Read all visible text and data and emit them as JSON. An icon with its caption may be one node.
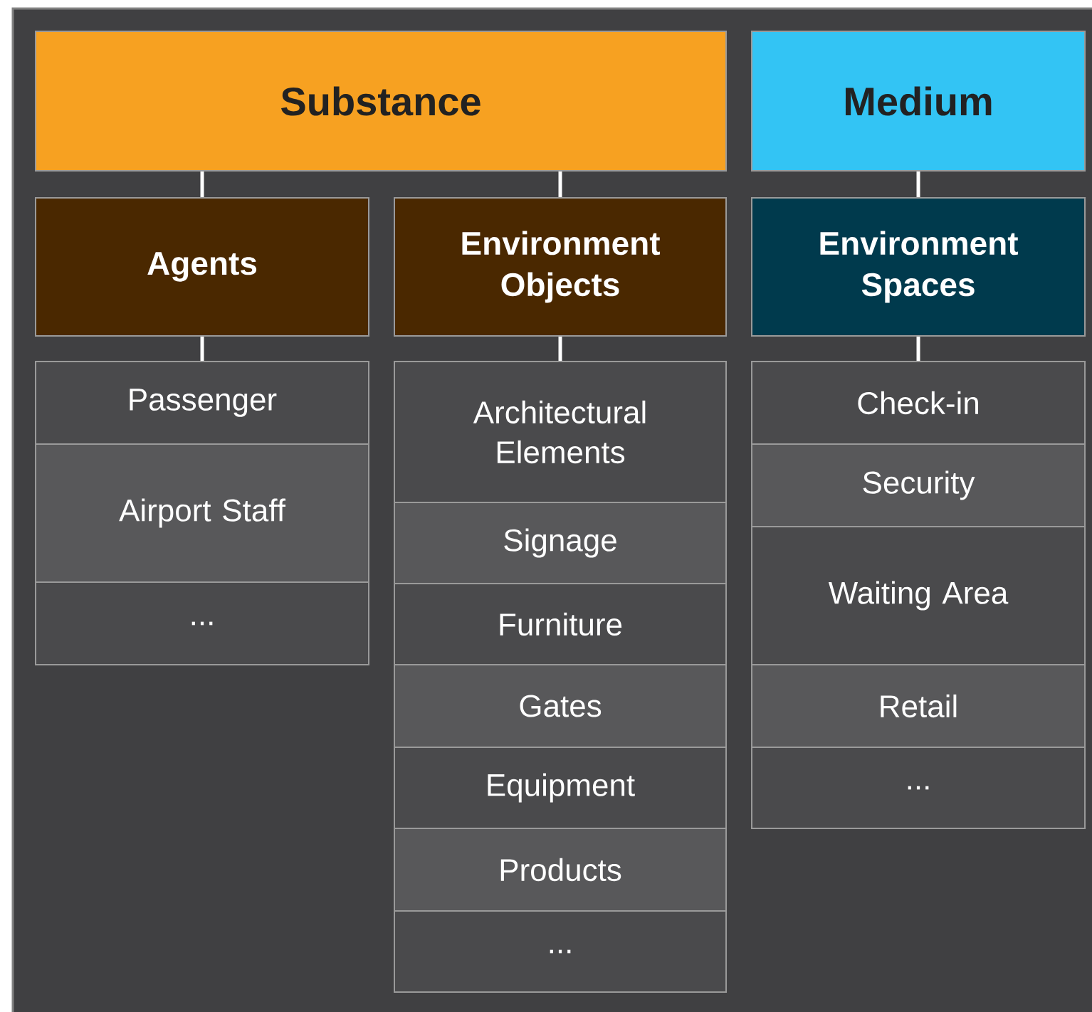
{
  "diagram": {
    "nodes": [
      {
        "text": [
          "Substance"
        ]
      },
      {
        "text": [
          "Medium"
        ]
      },
      {
        "text": [
          "Agents"
        ]
      },
      {
        "text": [
          "Environment Objects"
        ]
      },
      {
        "text": [
          "Environment Spaces"
        ]
      },
      {
        "text": [
          "Passenger"
        ]
      },
      {
        "text": [
          "Airport Staff"
        ]
      },
      {
        "text": [
          "..."
        ]
      },
      {
        "text": [
          "Architectural Elements"
        ]
      },
      {
        "text": [
          "Signage"
        ]
      },
      {
        "text": [
          "Furniture"
        ]
      },
      {
        "text": [
          "Gates"
        ]
      },
      {
        "text": [
          "Equipment"
        ]
      },
      {
        "text": [
          "Products"
        ]
      },
      {
        "text": [
          "..."
        ]
      },
      {
        "text": [
          "Check-in"
        ]
      },
      {
        "text": [
          "Security"
        ]
      },
      {
        "text": [
          "Waiting Area"
        ]
      },
      {
        "text": [
          "Retail"
        ]
      },
      {
        "text": [
          "..."
        ]
      }
    ],
    "edges": [
      {
        "from": 0,
        "to": 2,
        "arrow": "none"
      },
      {
        "from": 0,
        "to": 3,
        "arrow": "none"
      },
      {
        "from": 1,
        "to": 4,
        "arrow": "none"
      },
      {
        "from": 2,
        "to": 5,
        "arrow": "none"
      },
      {
        "from": 3,
        "to": 8,
        "arrow": "none"
      },
      {
        "from": 4,
        "to": 15,
        "arrow": "none"
      }
    ]
  }
}
